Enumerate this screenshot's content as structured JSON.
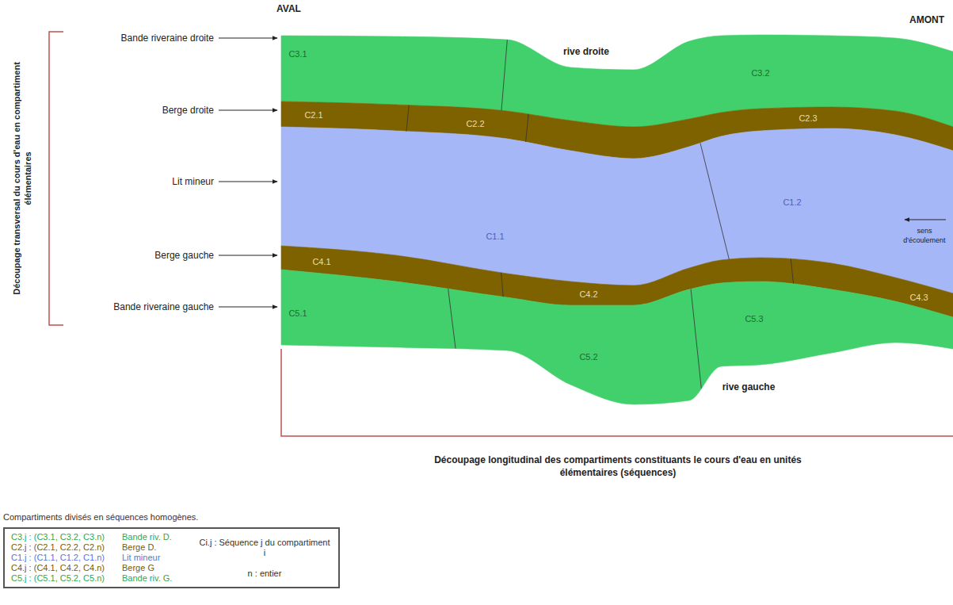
{
  "diagram": {
    "nodes": [
      {
        "text": [
          "C3.1"
        ]
      },
      {
        "text": [
          "C3.2"
        ]
      },
      {
        "text": [
          "C2.1"
        ]
      },
      {
        "text": [
          "C2.2"
        ]
      },
      {
        "text": [
          "C2.3"
        ]
      },
      {
        "text": [
          "C1.1"
        ]
      },
      {
        "text": [
          "C1.2"
        ]
      },
      {
        "text": [
          "C4.1"
        ]
      },
      {
        "text": [
          "C4.2"
        ]
      },
      {
        "text": [
          "C4.3"
        ]
      },
      {
        "text": [
          "C5.1"
        ]
      },
      {
        "text": [
          "C5.2"
        ]
      },
      {
        "text": [
          "C5.3"
        ]
      },
      {
        "text": [
          "Compartiments divisés en séquences homogènes.",
          "C3.j : (C3.1, C3.2, C3.n)",
          "Bande riv. D.",
          "C2.j : (C2.1, C2.2, C2.n)",
          "Berge D.",
          "C1.j : (C1.1, C1.2, C1.n)",
          "Lit mineur",
          "C4.j : (C4.1, C4.2, C4.n)",
          "Berge G",
          "C5.j : (C5.1, C5.2, C5.n)",
          "Bande riv. G.",
          "Ci.j : Séquence j du compartiment i",
          "n : entier"
        ]
      }
    ],
    "labels": [
      "AVAL",
      "AMONT",
      "Découpage transversal du cours d'eau en compartiment élémentaires",
      "Bande riveraine droite",
      "Berge droite",
      "Lit mineur",
      "Berge gauche",
      "Bande riveraine gauche",
      "rive droite",
      "sens d'écoulement",
      "rive gauche",
      "Découpage longitudinal des compartiments constituants le cours d'eau en unités élémentaires (séquences)"
    ]
  }
}
